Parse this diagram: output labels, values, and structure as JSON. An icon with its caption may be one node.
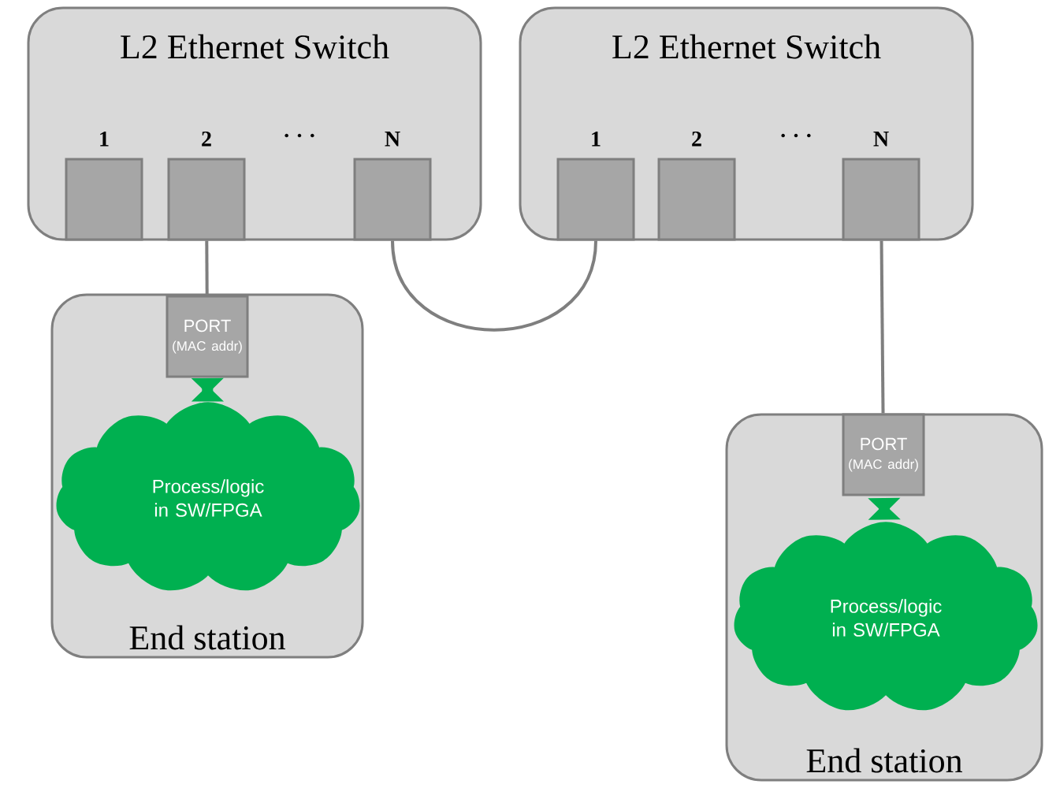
{
  "diagram": {
    "nodes": [
      {
        "text": [
          "L2 Ethernet Switch"
        ]
      },
      {
        "text": [
          "1"
        ],
        "in": 0
      },
      {
        "text": [
          "2"
        ],
        "in": 0
      },
      {
        "text": [
          "N"
        ],
        "in": 0
      },
      {
        "text": [
          "L2 Ethernet Switch"
        ]
      },
      {
        "text": [
          "1"
        ],
        "in": 4
      },
      {
        "text": [
          "2"
        ],
        "in": 4
      },
      {
        "text": [
          "N"
        ],
        "in": 4
      },
      {
        "text": [
          "End station"
        ]
      },
      {
        "text": [
          "PORT",
          "(MAC addr)"
        ],
        "in": 8
      },
      {
        "text": [
          "Process/logic in SW/FPGA"
        ],
        "in": 8
      },
      {
        "text": [
          "End station"
        ]
      },
      {
        "text": [
          "PORT",
          "(MAC addr)"
        ],
        "in": 11
      },
      {
        "text": [
          "Process/logic in SW/FPGA"
        ],
        "in": 11
      }
    ],
    "edges": [
      {
        "from": 2,
        "to": 9,
        "arrow": "none"
      },
      {
        "from": 3,
        "to": 5,
        "arrow": "none"
      },
      {
        "from": 7,
        "to": 12,
        "arrow": "none"
      },
      {
        "from": 9,
        "to": 10,
        "arrow": "both",
        "style": "thick",
        "color": "#00b050"
      },
      {
        "from": 12,
        "to": 13,
        "arrow": "both",
        "style": "thick",
        "color": "#00b050"
      }
    ],
    "labels": [
      ". . .",
      ". . ."
    ]
  }
}
